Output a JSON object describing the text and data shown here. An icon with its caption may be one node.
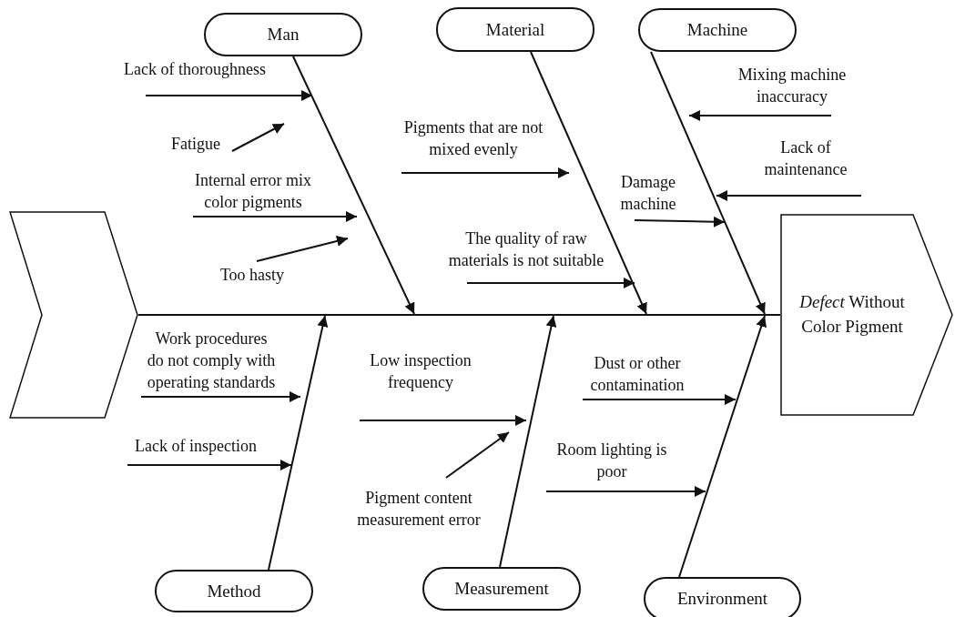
{
  "diagram": {
    "nodes": [
      {
        "text": [
          "Man"
        ]
      },
      {
        "text": [
          "Material"
        ]
      },
      {
        "text": [
          "Machine"
        ]
      },
      {
        "text": [
          "Lack of thoroughness"
        ]
      },
      {
        "text": [
          "Mixing machine inaccuracy"
        ]
      },
      {
        "text": [
          "Pigments that are not mixed evenly"
        ]
      },
      {
        "text": [
          "Fatigue"
        ]
      },
      {
        "text": [
          "Lack of maintenance"
        ]
      },
      {
        "text": [
          "Internal error mix color pigments"
        ]
      },
      {
        "text": [
          "Damage machine"
        ]
      },
      {
        "text": [],
        "shape": "chevron"
      },
      {
        "text": [],
        "shape": "bar"
      },
      {
        "text": [
          "*Defect* Without Color Pigment"
        ]
      },
      {
        "text": [
          "The quality of raw materials is not suitable"
        ]
      },
      {
        "text": [
          "Too hasty"
        ]
      },
      {
        "text": [
          "Work procedures do not comply with operating standards"
        ]
      },
      {
        "text": [
          "Low inspection frequency"
        ]
      },
      {
        "text": [
          "Dust or other contamination"
        ]
      },
      {
        "text": [
          "Lack of inspection"
        ]
      },
      {
        "text": [
          "Room lighting is poor"
        ]
      },
      {
        "text": [
          "Pigment content measurement error"
        ]
      },
      {
        "text": [
          "Method"
        ]
      },
      {
        "text": [
          "Measurement"
        ]
      },
      {
        "text": [
          "Environment"
        ]
      }
    ],
    "edges": [
      {
        "from": 0,
        "to": 11,
        "arrow": "to"
      },
      {
        "from": 1,
        "to": 11,
        "arrow": "to"
      },
      {
        "from": 2,
        "to": 11,
        "arrow": "to"
      },
      {
        "from": 21,
        "to": 11,
        "arrow": "to"
      },
      {
        "from": 22,
        "to": 11,
        "arrow": "to"
      },
      {
        "from": 23,
        "to": 11,
        "arrow": "to"
      },
      {
        "from": 3,
        "to": null,
        "arrow": "to"
      },
      {
        "from": 6,
        "to": null,
        "arrow": "to"
      },
      {
        "from": 8,
        "to": null,
        "arrow": "to"
      },
      {
        "from": 14,
        "to": null,
        "arrow": "to"
      },
      {
        "from": 5,
        "to": null,
        "arrow": "to"
      },
      {
        "from": 13,
        "to": null,
        "arrow": "to"
      },
      {
        "from": 4,
        "to": null,
        "arrow": "to"
      },
      {
        "from": 7,
        "to": null,
        "arrow": "to"
      },
      {
        "from": 9,
        "to": null,
        "arrow": "to"
      },
      {
        "from": 15,
        "to": null,
        "arrow": "to"
      },
      {
        "from": 18,
        "to": null,
        "arrow": "to"
      },
      {
        "from": 16,
        "to": null,
        "arrow": "to"
      },
      {
        "from": 20,
        "to": null,
        "arrow": "to"
      },
      {
        "from": 17,
        "to": null,
        "arrow": "to"
      },
      {
        "from": 19,
        "to": null,
        "arrow": "to"
      }
    ]
  }
}
